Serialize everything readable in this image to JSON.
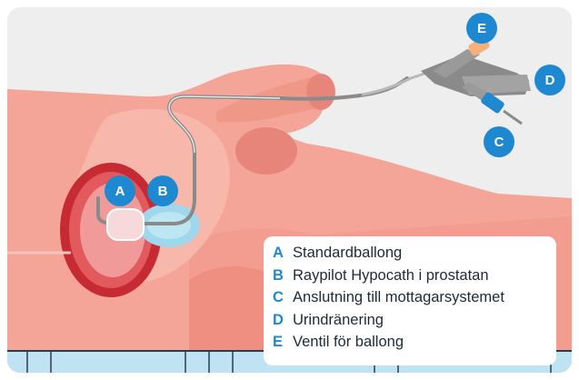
{
  "colors": {
    "accent": "#1e88d0",
    "body": "#f4a597",
    "body_dark": "#e8857a",
    "organ": "#c62b33",
    "prostate": "#9fd8ec",
    "balloon": "#f7d9dc",
    "catheter": "#8a8a8a",
    "background": "#eeeeee",
    "table": "#bfe3f2",
    "text": "#1d2b36"
  },
  "badges": [
    {
      "letter": "A"
    },
    {
      "letter": "B"
    },
    {
      "letter": "C"
    },
    {
      "letter": "D"
    },
    {
      "letter": "E"
    }
  ],
  "legend": {
    "items": [
      {
        "letter": "A",
        "label": "Standardballong"
      },
      {
        "letter": "B",
        "label": "Raypilot Hypocath i prostatan"
      },
      {
        "letter": "C",
        "label": "Anslutning till mottagarsystemet"
      },
      {
        "letter": "D",
        "label": "Urindränering"
      },
      {
        "letter": "E",
        "label": "Ventil för ballong"
      }
    ]
  }
}
